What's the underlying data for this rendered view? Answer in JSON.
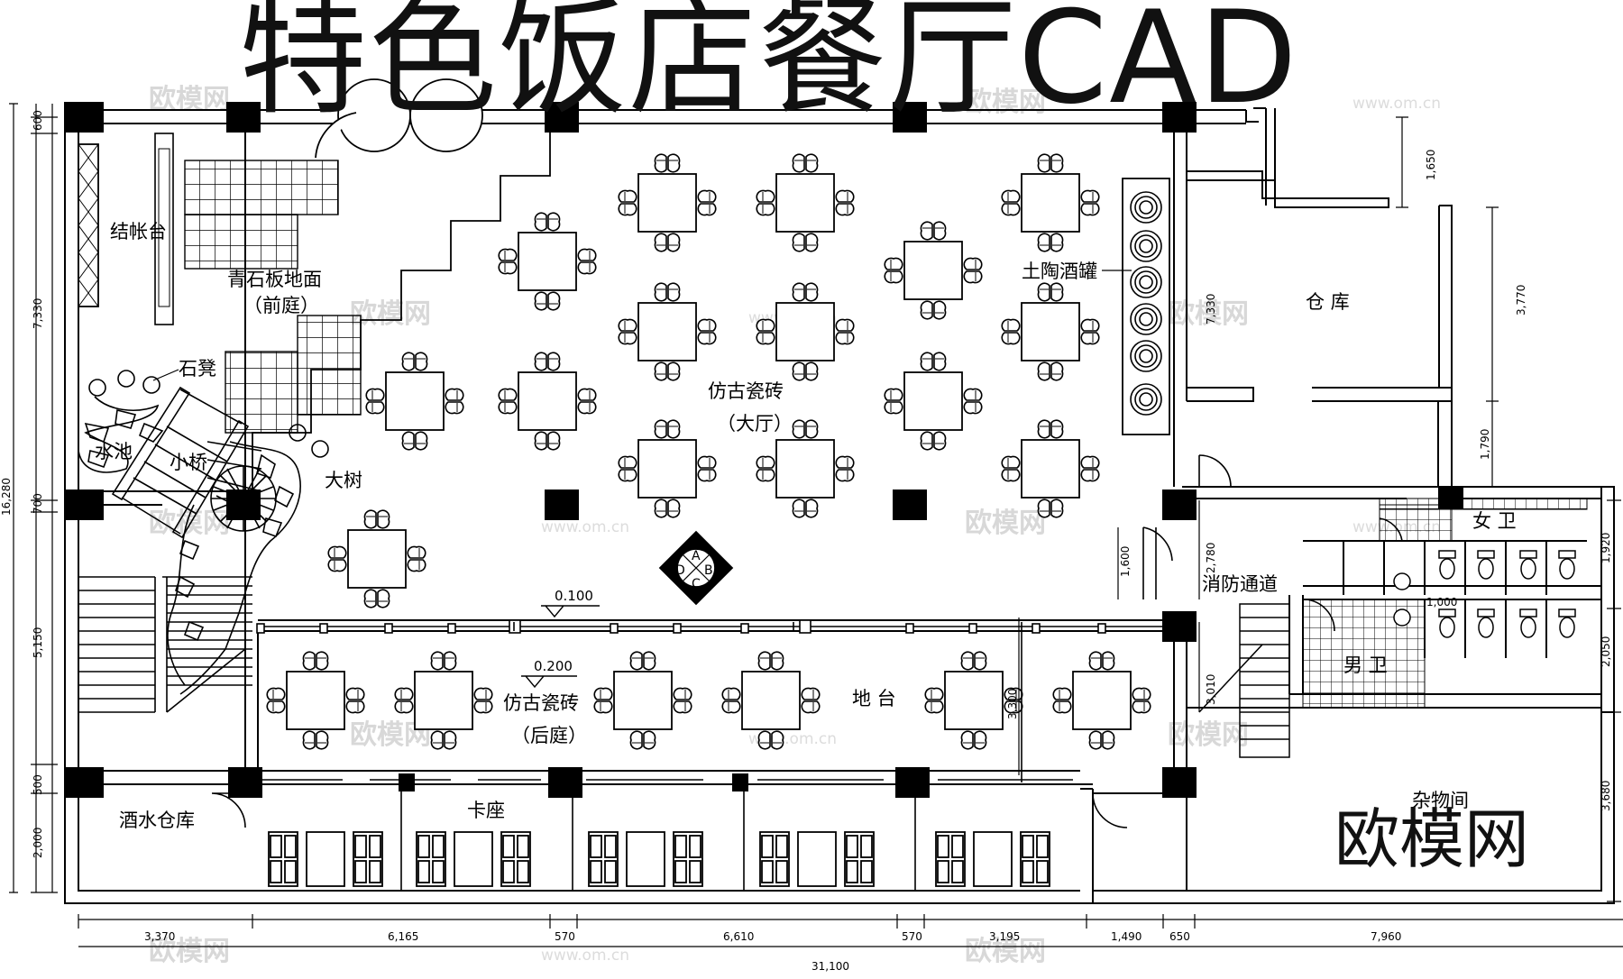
{
  "title": "特色饭店餐厅CAD",
  "brand": "欧模网",
  "watermark": {
    "text": "欧模网",
    "url": "www.om.cn"
  },
  "rooms": {
    "cashier": "结帐台",
    "front_court": "青石板地面",
    "front_court_sub": "（前庭）",
    "stool": "石凳",
    "pond": "水池",
    "bridge": "小桥",
    "tree": "大树",
    "jars": "土陶酒罐",
    "hall": "仿古瓷砖",
    "hall_sub": "（大厅）",
    "warehouse": "仓 库",
    "fire_exit": "消防通道",
    "women_wc": "女 卫",
    "men_wc": "男 卫",
    "back_court": "仿古瓷砖",
    "back_court_sub": "（后庭）",
    "stage": "地 台",
    "booth": "卡座",
    "wine_store": "酒水仓库",
    "storage": "杂物间"
  },
  "levels": {
    "hall": "0.100",
    "back": "0.200"
  },
  "compass": {
    "top": "A",
    "left": "D",
    "right": "B",
    "bottom": "C"
  },
  "dims": {
    "left": [
      "600",
      "7,330",
      "700",
      "5,150",
      "500",
      "2,000"
    ],
    "left_total": "16,280",
    "bottom": [
      "3,370",
      "6,165",
      "570",
      "6,610",
      "570",
      "3,195",
      "1,490",
      "650",
      "7,960"
    ],
    "bottom_total": "31,100",
    "right_top": [
      "1,650",
      "3,770",
      "1,790"
    ],
    "right": [
      "1,920",
      "2,050",
      "3,680"
    ],
    "inner": [
      "7,330",
      "1,600",
      "2,780",
      "1,000",
      "3,300",
      "3,010"
    ]
  }
}
